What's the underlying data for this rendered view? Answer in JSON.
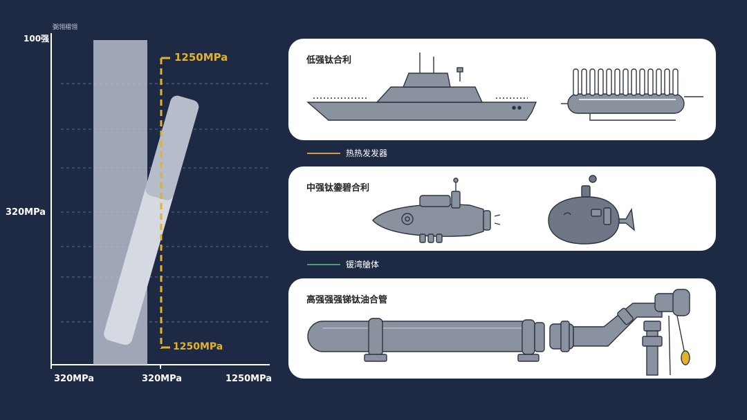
{
  "chart": {
    "legend_text": "弼翎褶翎",
    "y_top_label": "100强",
    "y_mid_label": "320MPa",
    "x_labels": [
      "320MPa",
      "320MPa",
      "1250MPa"
    ],
    "gold_top_label": "1250MPa",
    "gold_bottom_label": "1250MPa",
    "colors": {
      "axis": "#ffffff",
      "gold": "#e3b22b",
      "grid": "#7d8aa6"
    }
  },
  "cards": [
    {
      "title": "低强钛合利"
    },
    {
      "title": "中强钛鍌碧合利"
    },
    {
      "title": "高强强强锑钛油合管"
    }
  ],
  "separators": [
    {
      "label": "热热发发器",
      "color": "#d99a3a"
    },
    {
      "label": "锾湾艙体",
      "color": "#4a9d74"
    }
  ],
  "icons": [
    "warship-icon",
    "heat-exchanger-icon",
    "submarine-icon",
    "submersible-icon",
    "pipeline-icon"
  ]
}
